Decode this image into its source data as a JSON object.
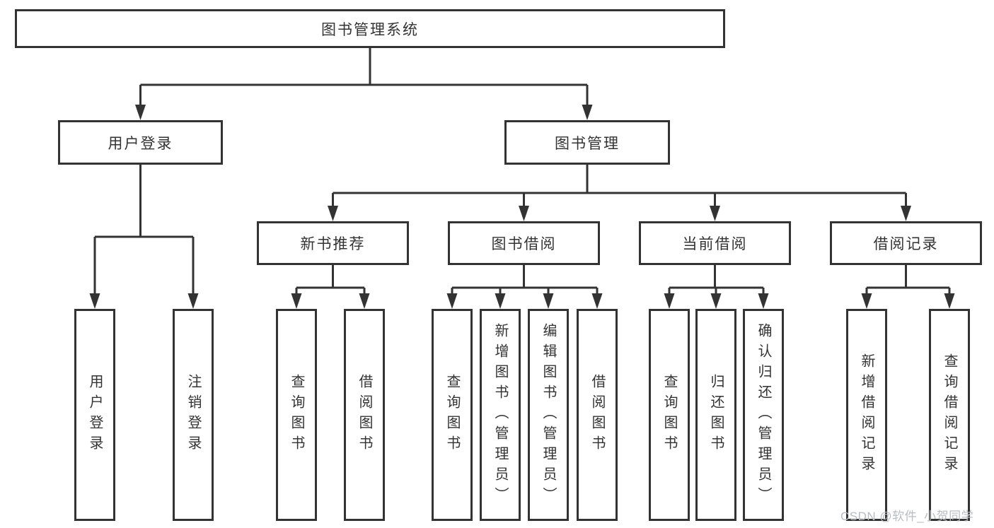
{
  "tree": {
    "root": "图书管理系统",
    "children": [
      {
        "label": "用户登录",
        "children": [
          {
            "label": "用户登录"
          },
          {
            "label": "注销登录"
          }
        ]
      },
      {
        "label": "图书管理",
        "children": [
          {
            "label": "新书推荐",
            "children": [
              {
                "label": "查询图书"
              },
              {
                "label": "借阅图书"
              }
            ]
          },
          {
            "label": "图书借阅",
            "children": [
              {
                "label": "查询图书"
              },
              {
                "label": "新增图书（管理员）"
              },
              {
                "label": "编辑图书（管理员）"
              },
              {
                "label": "借阅图书"
              }
            ]
          },
          {
            "label": "当前借阅",
            "children": [
              {
                "label": "查询图书"
              },
              {
                "label": "归还图书"
              },
              {
                "label": "确认归还（管理员）"
              }
            ]
          },
          {
            "label": "借阅记录",
            "children": [
              {
                "label": "新增借阅记录"
              },
              {
                "label": "查询借阅记录"
              }
            ]
          }
        ]
      }
    ]
  },
  "watermark": "CSDN @软件_小贺同学",
  "colors": {
    "line": "#333333",
    "box_border": "#333333",
    "text": "#333333",
    "background": "#ffffff",
    "watermark": "#b9bcc0"
  }
}
